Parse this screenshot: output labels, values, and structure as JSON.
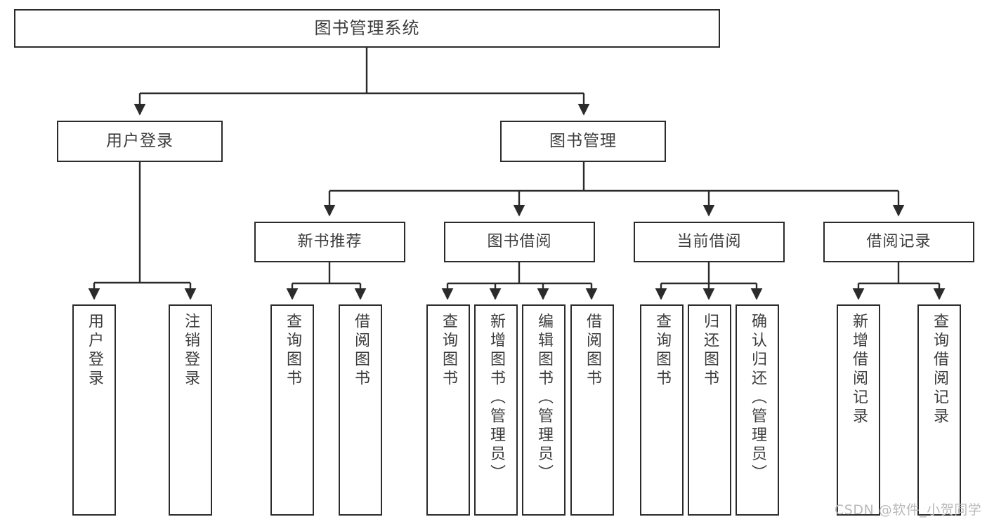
{
  "diagram": {
    "title": "图书管理系统",
    "type": "功能结构图",
    "watermark": "CSDN @软件_小贺同学",
    "colors": {
      "box_border": "#2b2b2b",
      "box_fill": "#ffffff",
      "text": "#3c3c3c",
      "connector": "#2b2b2b",
      "watermark": "#b9b9b9",
      "background": "#ffffff"
    },
    "root": {
      "label": "图书管理系统"
    },
    "level2": [
      {
        "label": "用户登录"
      },
      {
        "label": "图书管理"
      }
    ],
    "level3": [
      {
        "label": "新书推荐"
      },
      {
        "label": "图书借阅"
      },
      {
        "label": "当前借阅"
      },
      {
        "label": "借阅记录"
      }
    ],
    "leaves": {
      "user_login": [
        {
          "label": "用户登录"
        },
        {
          "label": "注销登录"
        }
      ],
      "new_book_recommend": [
        {
          "label": "查询图书"
        },
        {
          "label": "借阅图书"
        }
      ],
      "book_borrow": [
        {
          "label": "查询图书"
        },
        {
          "label": "新增图书（管理员）"
        },
        {
          "label": "编辑图书（管理员）"
        },
        {
          "label": "借阅图书"
        }
      ],
      "current_borrow": [
        {
          "label": "查询图书"
        },
        {
          "label": "归还图书"
        },
        {
          "label": "确认归还（管理员）"
        }
      ],
      "borrow_record": [
        {
          "label": "新增借阅记录"
        },
        {
          "label": "查询借阅记录"
        }
      ]
    }
  }
}
